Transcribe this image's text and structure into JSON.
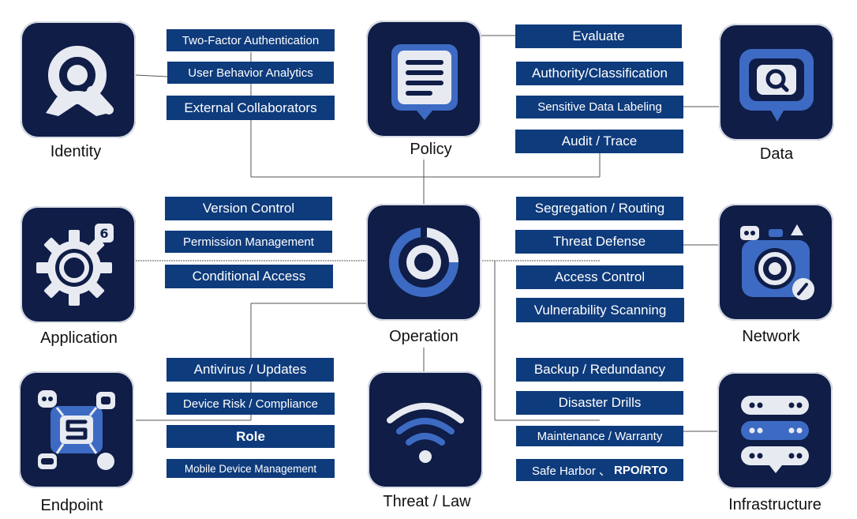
{
  "nodes": {
    "identity": "Identity",
    "policy": "Policy",
    "data": "Data",
    "application": "Application",
    "operation": "Operation",
    "network": "Network",
    "endpoint": "Endpoint",
    "threat_law": "Threat / Law",
    "infrastructure": "Infrastructure"
  },
  "identity_features": [
    "Two-Factor Authentication",
    "User Behavior Analytics",
    "External Collaborators"
  ],
  "policy_features": [
    "Evaluate",
    "Authority/Classification",
    "Sensitive Data Labeling",
    "Audit / Trace"
  ],
  "application_features": [
    "Version Control",
    "Permission Management",
    "Conditional Access"
  ],
  "network_features": [
    "Segregation / Routing",
    "Threat Defense",
    "Access Control",
    "Vulnerability Scanning"
  ],
  "endpoint_features": [
    "Antivirus / Updates",
    "Device Risk / Compliance",
    "Role",
    "Mobile Device Management"
  ],
  "infrastructure_features": [
    "Backup / Redundancy",
    "Disaster Drills",
    "Maintenance / Warranty",
    "Safe Harbor 、",
    "RPO/RTO"
  ],
  "icons": {
    "identity": "user-search-icon",
    "policy": "document-icon",
    "data": "data-search-icon",
    "application": "gear-icon",
    "operation": "target-icon",
    "network": "camera-network-icon",
    "endpoint": "chip-icon",
    "threat_law": "wifi-icon",
    "infrastructure": "server-icon"
  },
  "colors": {
    "tile_background": "#0f1d47",
    "label_background": "#0e3b7c",
    "label_text": "#ffffff",
    "icon_primary": "#e8eaf2",
    "icon_accent": "#3d6bc4"
  }
}
